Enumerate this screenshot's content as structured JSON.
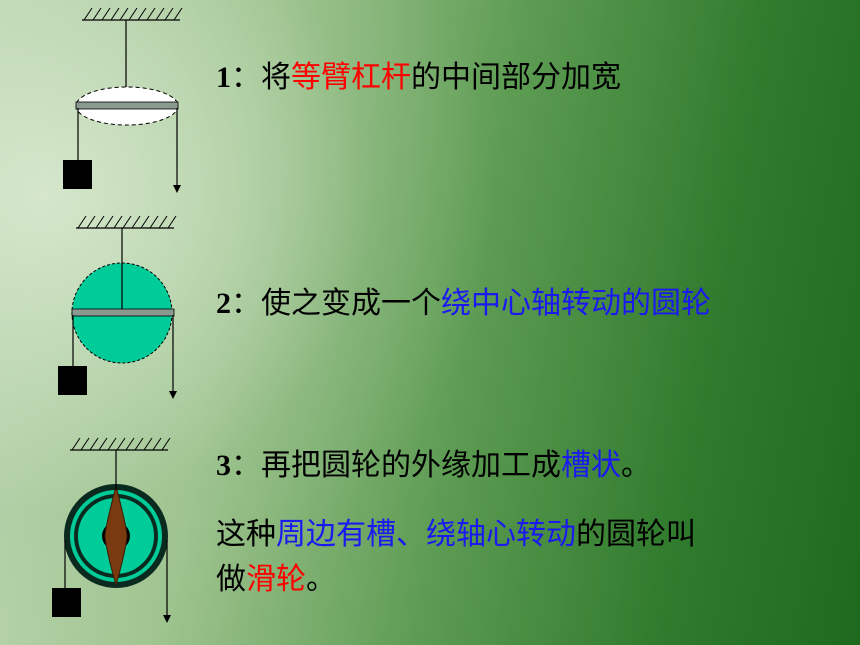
{
  "slide": {
    "step1": {
      "number": "1",
      "prefix": "：将",
      "highlight": "等臂杠杆",
      "suffix": "的中间部分加宽"
    },
    "step2": {
      "number": "2",
      "prefix": "：使之变成一个",
      "highlight": "绕中心轴转动的圆轮"
    },
    "step3": {
      "number": "3",
      "prefix": "：再把圆轮的外缘加工成",
      "highlight": "槽状",
      "suffix": "。"
    },
    "conclusion": {
      "text1": "这种",
      "highlight1": "周边有槽、绕轴心转动",
      "text2": "的圆轮叫",
      "text3": "做",
      "highlight2": "滑轮",
      "text4": "。"
    }
  },
  "colors": {
    "highlight_red": "#ff0000",
    "highlight_blue": "#1a1af0",
    "wheel_fill": "#00cc99",
    "pulley_dark": "#0b2a1f"
  }
}
